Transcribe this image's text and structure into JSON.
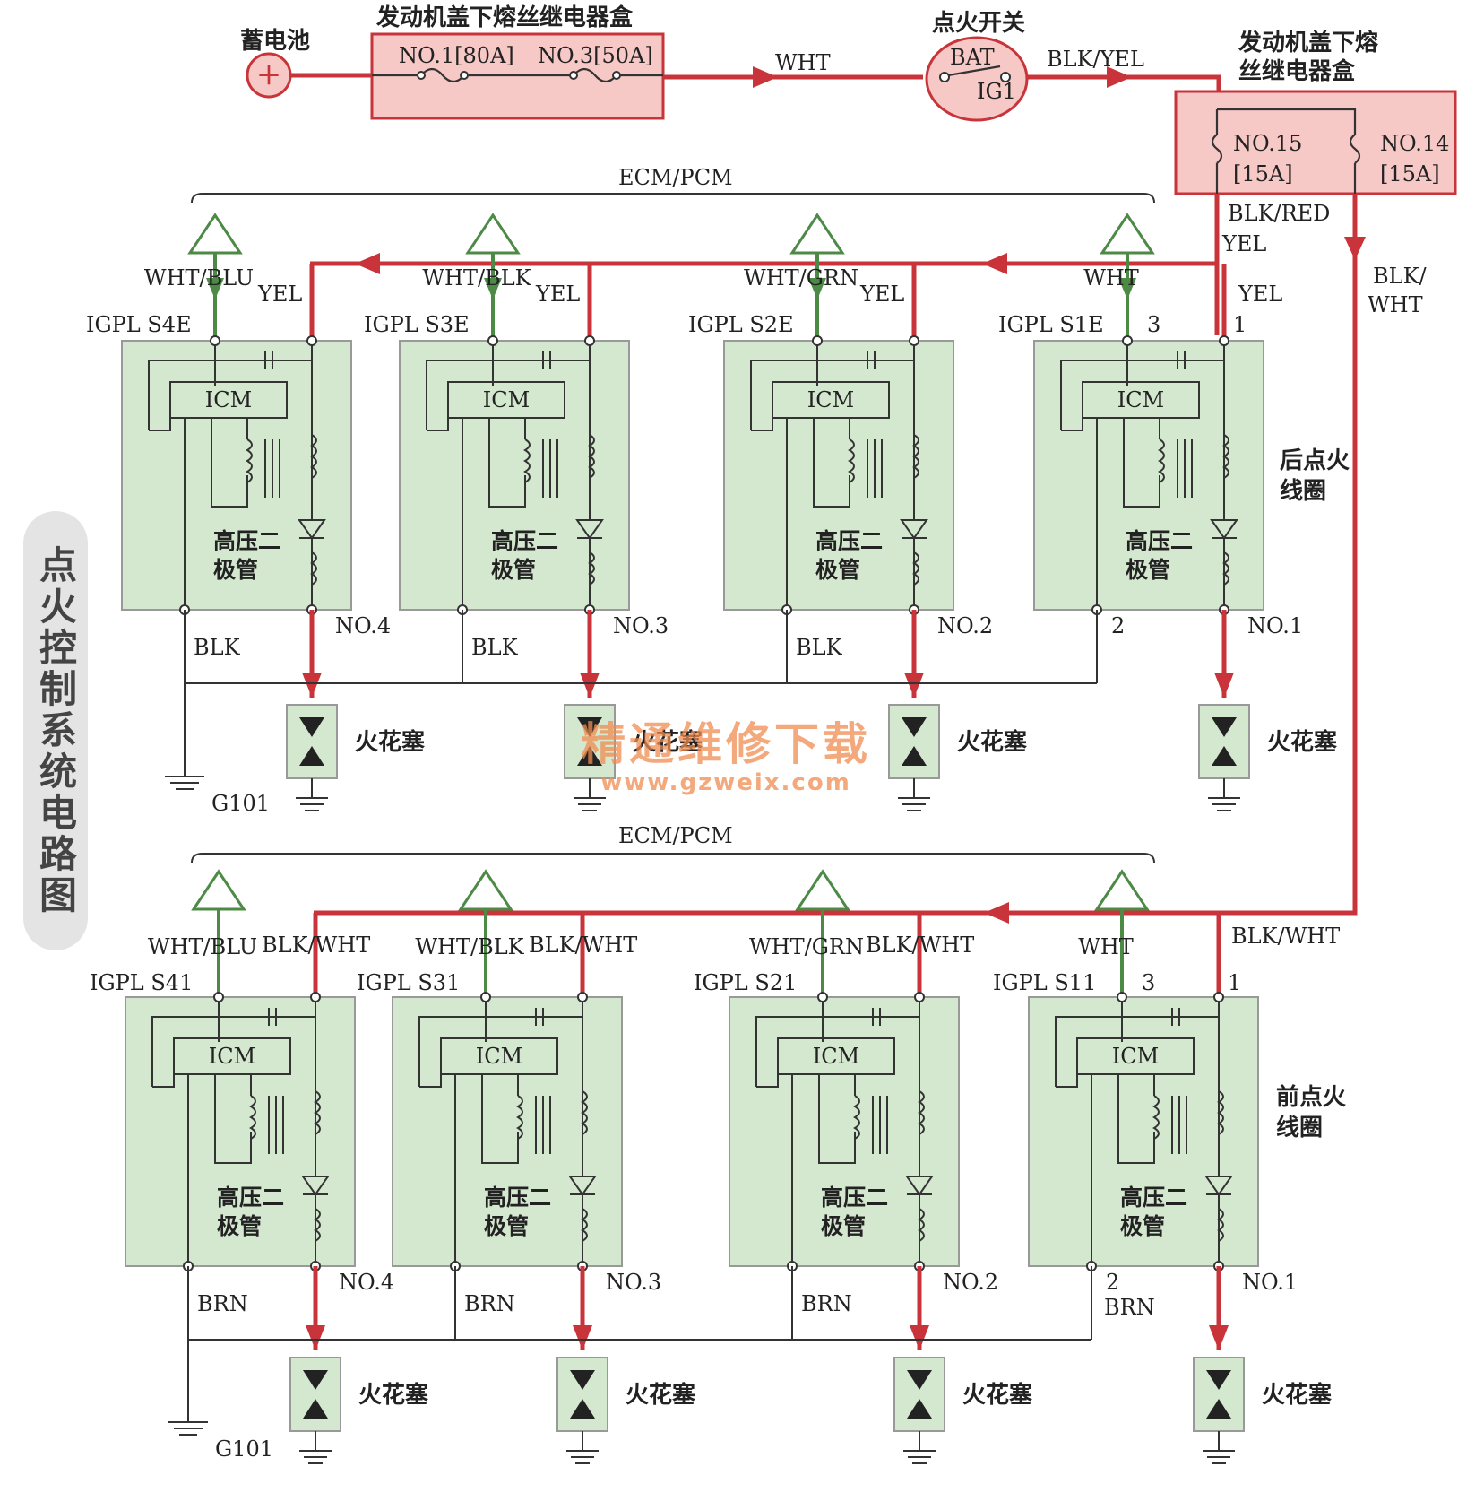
{
  "title": "点火控制系统电路图",
  "watermark": {
    "line1": "精通维修下载",
    "line2": "www.gzweix.com"
  },
  "battery": {
    "label": "蓄电池",
    "symbol": "+"
  },
  "fuse_box_main": {
    "label": "发动机盖下熔丝继电器盒",
    "fuse1": "NO.1[80A]",
    "fuse2": "NO.3[50A]"
  },
  "ignition_switch": {
    "label": "点火开关",
    "bat": "BAT",
    "ig1": "IG1"
  },
  "fuse_box_right": {
    "label_line1": "发动机盖下熔",
    "label_line2": "丝继电器盒",
    "fuse15_a": "NO.15",
    "fuse15_b": "[15A]",
    "fuse14_a": "NO.14",
    "fuse14_b": "[15A]"
  },
  "wires": {
    "wht": "WHT",
    "blk_yel": "BLK/YEL",
    "blk_red": "BLK/RED",
    "yel": "YEL",
    "blk_wht_a": "BLK/",
    "blk_wht_b": "WHT",
    "blk_wht": "BLK/WHT"
  },
  "ecm": "ECM/PCM",
  "ground": "G101",
  "icm": "ICM",
  "diode_label_1": "高压二",
  "diode_label_2": "极管",
  "spark_plug": "火花塞",
  "rear": {
    "group_label_1": "后点火",
    "group_label_2": "线圈",
    "ground_wire": "BLK",
    "coils": [
      {
        "signal_wire": "WHT/BLU",
        "pin": "IGPL  S4E",
        "power_wire": "YEL",
        "no": "NO.4"
      },
      {
        "signal_wire": "WHT/BLK",
        "pin": "IGPL  S3E",
        "power_wire": "YEL",
        "no": "NO.3"
      },
      {
        "signal_wire": "WHT/GRN",
        "pin": "IGPL  S2E",
        "power_wire": "YEL",
        "no": "NO.2"
      },
      {
        "signal_wire": "WHT",
        "pin": "IGPL  S1E",
        "power_wire": "YEL",
        "no": "NO.1",
        "pin3": "3",
        "pin1": "1",
        "pin2": "2"
      }
    ]
  },
  "front": {
    "group_label_1": "前点火",
    "group_label_2": "线圈",
    "ground_wire": "BRN",
    "coils": [
      {
        "signal_wire": "WHT/BLU",
        "pin": "IGPL  S41",
        "power_wire": "BLK/WHT",
        "no": "NO.4"
      },
      {
        "signal_wire": "WHT/BLK",
        "pin": "IGPL  S31",
        "power_wire": "BLK/WHT",
        "no": "NO.3"
      },
      {
        "signal_wire": "WHT/GRN",
        "pin": "IGPL  S21",
        "power_wire": "BLK/WHT",
        "no": "NO.2"
      },
      {
        "signal_wire": "WHT",
        "pin": "IGPL  S11",
        "power_wire": "BLK/WHT",
        "no": "NO.1",
        "pin3": "3",
        "pin1": "1",
        "pin2": "2"
      }
    ]
  },
  "colors": {
    "power": "#c8343a",
    "signal": "#4c8a46",
    "coil_fill": "#d4e8cf",
    "fuse_fill": "#f6c8c6"
  }
}
